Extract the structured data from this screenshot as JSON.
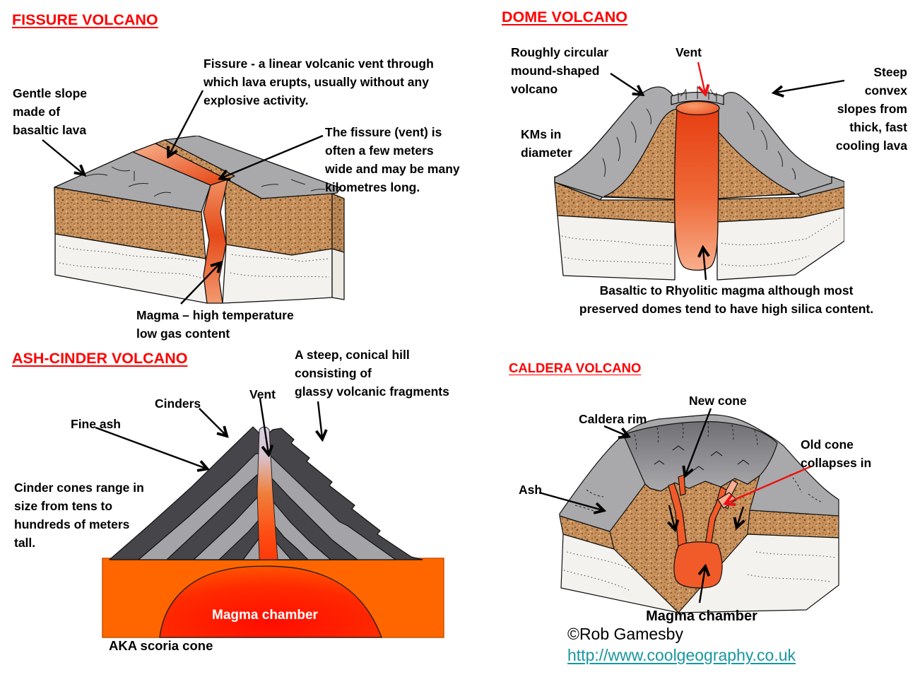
{
  "sections": {
    "fissure": {
      "title": "FISSURE VOLCANO",
      "labels": {
        "gentle_slope": "Gentle slope\nmade of\nbasaltic lava",
        "definition": "Fissure - a linear volcanic vent through\nwhich lava erupts, usually without any\nexplosive activity.",
        "vent_size": "The fissure (vent) is\noften a few meters\nwide and may be many\nkilometres long.",
        "magma": "Magma – high temperature\nlow gas content"
      }
    },
    "dome": {
      "title": "DOME VOLCANO",
      "labels": {
        "shape": "Roughly circular\nmound-shaped\nvolcano",
        "vent": "Vent",
        "slopes": "Steep\nconvex\nslopes from\nthick, fast\ncooling lava",
        "diameter": "KMs in\ndiameter",
        "magma": "Basaltic to Rhyolitic magma although most\npreserved domes tend to have high silica content."
      }
    },
    "ash_cinder": {
      "title": "ASH-CINDER VOLCANO",
      "labels": {
        "description": "A steep, conical hill\nconsisting of\nglassy volcanic fragments",
        "vent": "Vent",
        "cinders": "Cinders",
        "fine_ash": "Fine ash",
        "size": "Cinder cones range in\nsize from tens to\nhundreds of meters\ntall.",
        "magma_chamber": "Magma chamber",
        "aka": "AKA scoria cone"
      }
    },
    "caldera": {
      "title": "CALDERA VOLCANO",
      "labels": {
        "new_cone": "New cone",
        "caldera_rim": "Caldera rim",
        "old_cone": "Old cone\ncollapses in",
        "ash": "Ash",
        "magma_chamber": "Magma chamber"
      }
    }
  },
  "footer": {
    "credit": "©Rob Gamesby",
    "link": "http://www.coolgeography.co.uk"
  },
  "colors": {
    "title_red": "#FF0000",
    "label_black": "#000000",
    "link_teal": "#1896A0",
    "arrow_red": "#EE1111",
    "surface_gray": "#A9A9AB",
    "rock_brown": "#C8915C",
    "strata_white": "#F4F2EE",
    "lava_orange": "#EE5A25",
    "magma_orange": "#FF6600",
    "magma_red": "#FF1A00",
    "vent_lavender": "#D8D2E6"
  }
}
